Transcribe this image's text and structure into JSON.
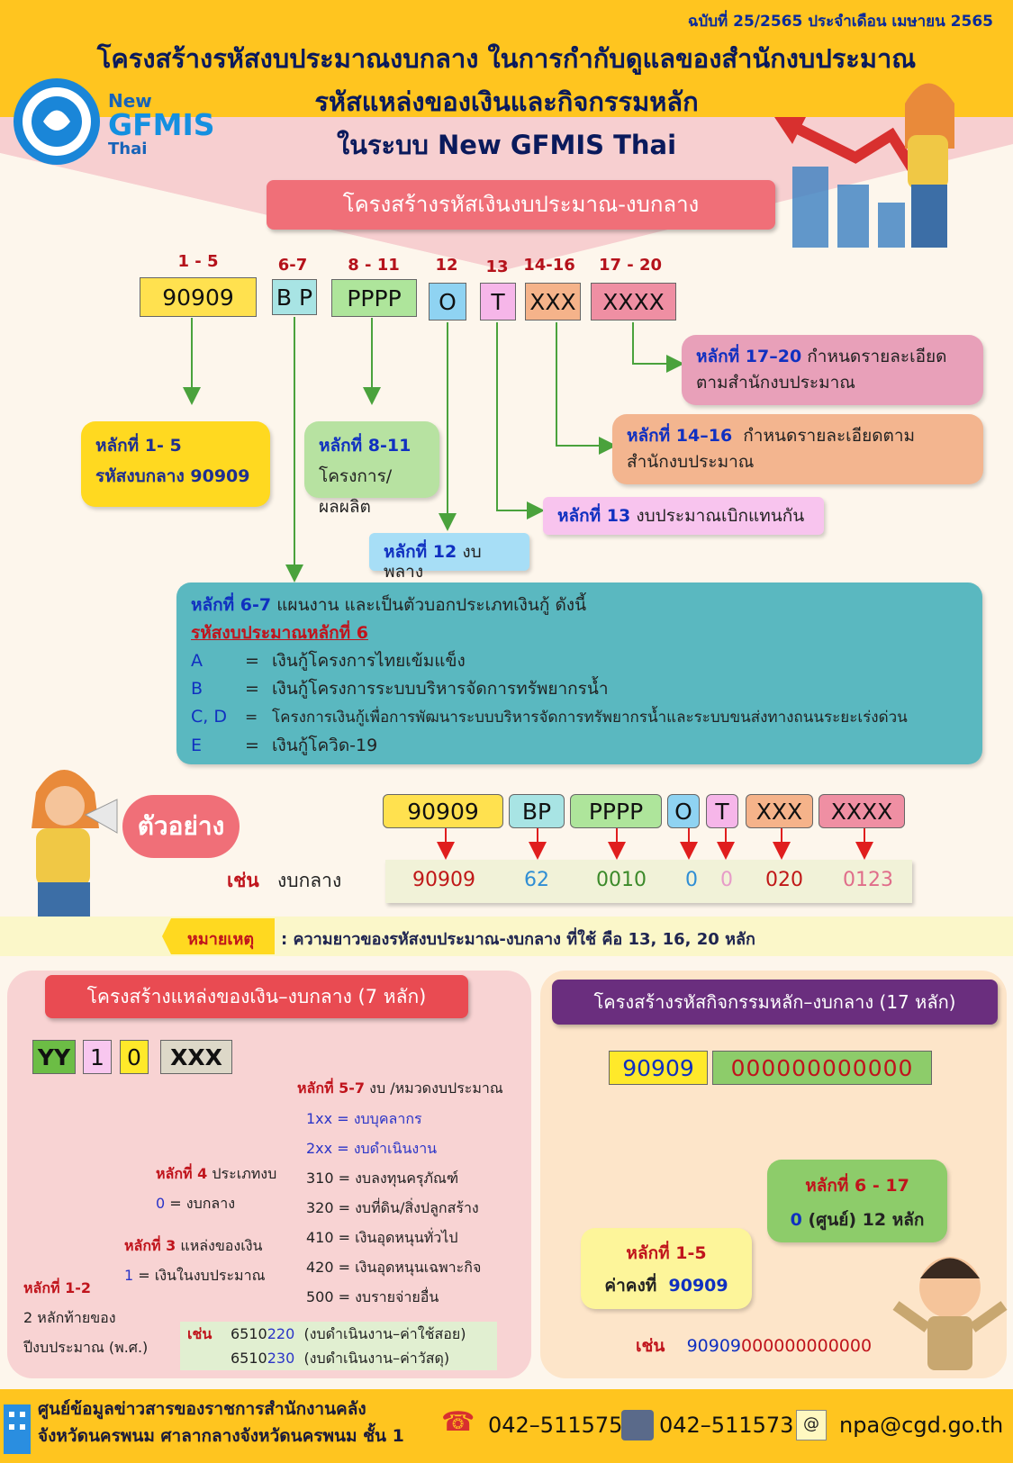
{
  "header": {
    "issue": "ฉบับที่ 25/2565 ประจำเดือน เมษายน 2565",
    "title1": "โครงสร้างรหัสงบประมาณงบกลาง ในการกำกับดูแลของสำนักงบประมาณ",
    "title2": "รหัสแหล่งของเงินและกิจกรรมหลัก",
    "title3": "ในระบบ New GFMIS Thai",
    "logo_new": "New",
    "logo_gfmis": "GFMIS",
    "logo_thai": "Thai"
  },
  "structure": {
    "banner": "โครงสร้างรหัสเงินงบประมาณ-งบกลาง",
    "positions": [
      "1 - 5",
      "6-7",
      "8 - 11",
      "12",
      "13",
      "14-16",
      "17 - 20"
    ],
    "codes": [
      "90909",
      "B P",
      "PPPP",
      "O",
      "T",
      "XXX",
      "XXXX"
    ],
    "d1_5": {
      "label": "หลักที่ 1- 5",
      "text": "รหัสงบกลาง 90909"
    },
    "d8_11": {
      "label": "หลักที่ 8-11",
      "text": "โครงการ/ผลผลิต"
    },
    "d12": {
      "label": "หลักที่ 12",
      "text": "งบพลาง"
    },
    "d13": {
      "label": "หลักที่ 13",
      "text": "งบประมาณเบิกแทนกัน"
    },
    "d14_16": {
      "label": "หลักที่ 14–16",
      "text1": "กำหนดรายละเอียดตาม",
      "text2": "สำนักงบประมาณ"
    },
    "d17_20": {
      "label": "หลักที่ 17–20",
      "text1": "กำหนดรายละเอียด",
      "text2": "ตามสำนักงบประมาณ"
    },
    "d6_7": {
      "label": "หลักที่ 6-7",
      "text": "แผนงาน และเป็นตัวบอกประเภทเงินกู้ ดังนี้",
      "subhead": "รหัสงบประมาณหลักที่ 6",
      "items": [
        {
          "code": "A",
          "eq": "=",
          "desc": "เงินกู้โครงการไทยเข้มแข็ง"
        },
        {
          "code": "B",
          "eq": "=",
          "desc": "เงินกู้โครงการระบบบริหารจัดการทรัพยากรน้ำ"
        },
        {
          "code": "C, D",
          "eq": "=",
          "desc": "โครงการเงินกู้เพื่อการพัฒนาระบบบริหารจัดการทรัพยากรน้ำและระบบขนส่งทางถนนระยะเร่งด่วน"
        },
        {
          "code": "E",
          "eq": "=",
          "desc": "เงินกู้โควิด-19"
        }
      ]
    }
  },
  "example": {
    "badge": "ตัวอย่าง",
    "codes": [
      "90909",
      "BP",
      "PPPP",
      "O",
      "T",
      "XXX",
      "XXXX"
    ],
    "prefix": "เช่น",
    "name": "งบกลาง",
    "values": [
      "90909",
      "62",
      "0010",
      "0",
      "0",
      "020",
      "0123"
    ]
  },
  "note": {
    "label": "หมายเหตุ",
    "text": ":  ความยาวของรหัสงบประมาณ-งบกลาง ที่ใช้ คือ 13, 16, 20 หลัก"
  },
  "source_of_funds": {
    "banner": "โครงสร้างแหล่งของเงิน–งบกลาง  (7 หลัก)",
    "codes": [
      "YY",
      "1",
      "0",
      "XXX"
    ],
    "d5_7": {
      "label": "หลักที่ 5-7",
      "text": "งบ /หมวดงบประมาณ",
      "items": [
        "1xx = งบบุคลากร",
        "2xx = งบดำเนินงาน",
        "310 = งบลงทุนครุภัณฑ์",
        "320 = งบที่ดิน/สิ่งปลูกสร้าง",
        "410 = เงินอุดหนุนทั่วไป",
        "420 = เงินอุดหนุนเฉพาะกิจ",
        "500 = งบรายจ่ายอื่น"
      ]
    },
    "d4": {
      "label": "หลักที่ 4",
      "text": "ประเภทงบ",
      "val": "0",
      "desc": "= งบกลาง"
    },
    "d3": {
      "label": "หลักที่ 3",
      "text": "แหล่งของเงิน",
      "val": "1",
      "desc": "= เงินในงบประมาณ"
    },
    "d1_2": {
      "label": "หลักที่ 1-2",
      "text1": "2 หลักท้ายของ",
      "text2": "ปีงบประมาณ (พ.ศ.)"
    },
    "ex_prefix": "เช่น",
    "ex1_a": "6510",
    "ex1_b": "220",
    "ex1_desc": "(งบดำเนินงาน–ค่าใช้สอย)",
    "ex2_a": "6510",
    "ex2_b": "230",
    "ex2_desc": "(งบดำเนินงาน–ค่าวัสดุ)"
  },
  "activity": {
    "banner": "โครงสร้างรหัสกิจกรรมหลัก–งบกลาง (17 หลัก)",
    "codes": [
      "90909",
      "000000000000"
    ],
    "d1_5": {
      "label": "หลักที่ 1-5",
      "text": "ค่าคงที่",
      "val": "90909"
    },
    "d6_17": {
      "label": "หลักที่ 6 - 17",
      "val": "0",
      "text": "(ศูนย์) 12 หลัก"
    },
    "ex_prefix": "เช่น",
    "ex_a": "90909",
    "ex_b": "000000000000"
  },
  "footer": {
    "line1": "ศูนย์ข้อมูลข่าวสารของราชการสำนักงานคลัง",
    "line2": "จังหวัดนครพนม  ศาลากลางจังหวัดนครพนม ชั้น 1",
    "phone": "042–511575",
    "fax": "042–511573",
    "email": "npa@cgd.go.th"
  },
  "colors": {
    "header_bg": "#ffc51f",
    "accent_red": "#e94b52",
    "accent_purple": "#6a2e7e",
    "teal_box": "#5ab8c0"
  }
}
